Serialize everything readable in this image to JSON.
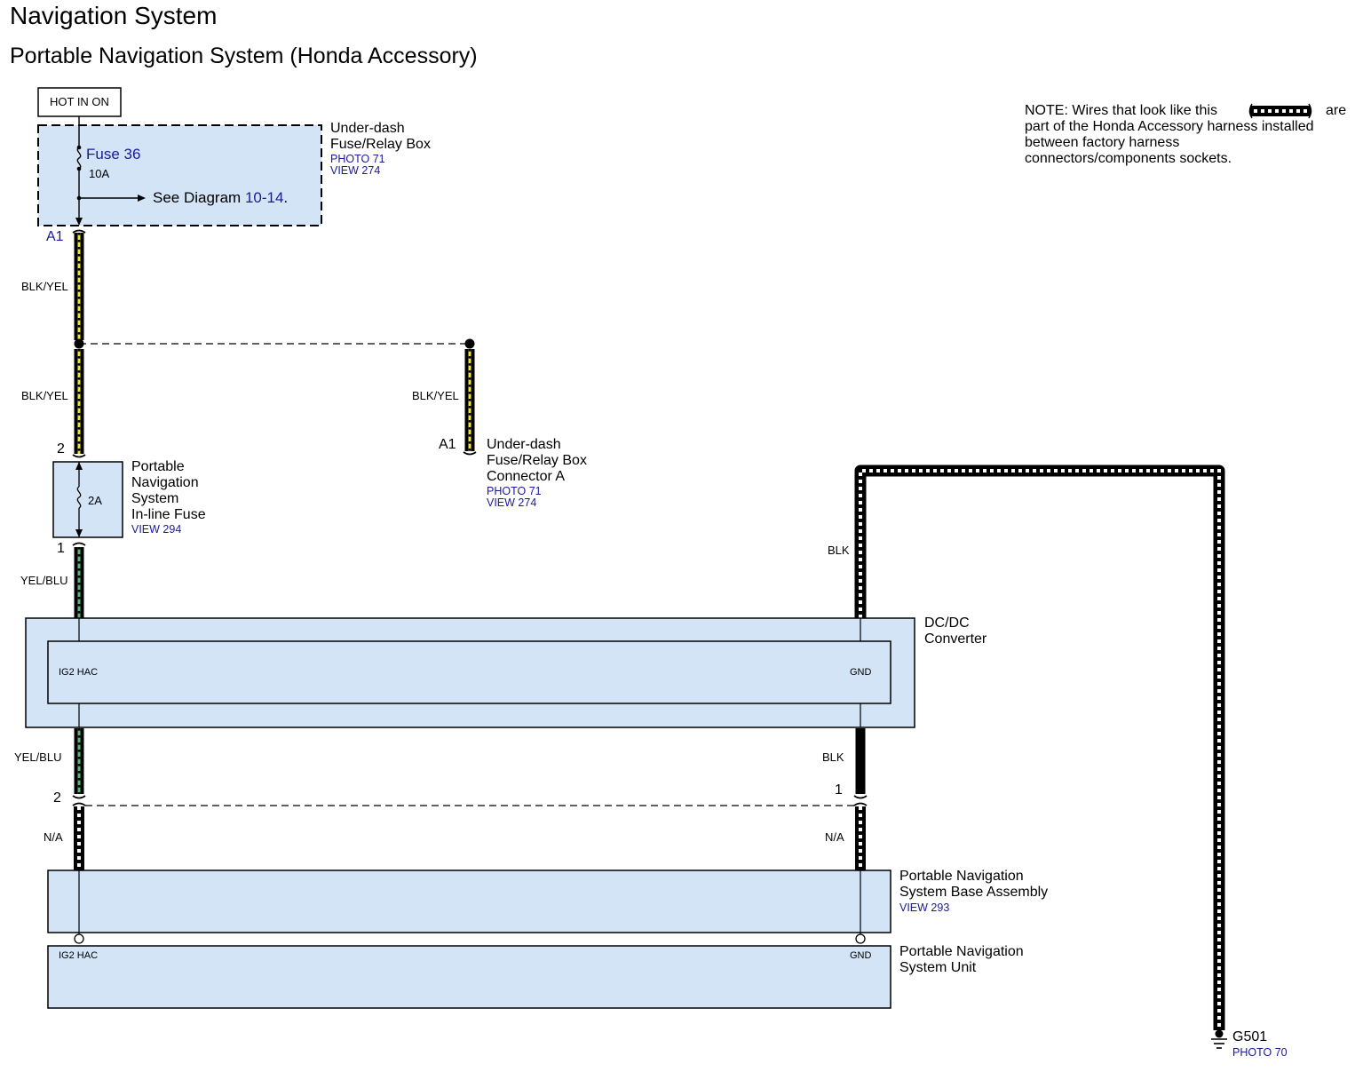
{
  "header": {
    "title": "Navigation System",
    "subtitle": "Portable Navigation System (Honda Accessory)"
  },
  "note": {
    "line1_pre": "NOTE: Wires that look like this",
    "line1_post": "are",
    "line2": "part of the Honda Accessory harness installed",
    "line3": "between factory harness",
    "line4": "connectors/components sockets."
  },
  "hot_in_on": "HOT IN ON",
  "fuse_box": {
    "name_line1": "Under-dash",
    "name_line2": "Fuse/Relay Box",
    "photo": "PHOTO 71",
    "view": "VIEW 274",
    "fuse_label": "Fuse 36",
    "fuse_rating": "10A",
    "see_pre": "See Diagram ",
    "see_ref": "10-14",
    "see_post": "."
  },
  "pins": {
    "a1_top": "A1",
    "a1_connector": "A1",
    "inline_in": "2",
    "inline_out": "1",
    "base_left": "2",
    "base_right": "1"
  },
  "wires": {
    "blk_yel_1": "BLK/YEL",
    "blk_yel_2": "BLK/YEL",
    "blk_yel_3": "BLK/YEL",
    "yel_blu_1": "YEL/BLU",
    "yel_blu_2": "YEL/BLU",
    "blk_1": "BLK",
    "blk_2": "BLK",
    "na_left": "N/A",
    "na_right": "N/A"
  },
  "connector_a": {
    "line1": "Under-dash",
    "line2": "Fuse/Relay Box",
    "line3": "Connector A",
    "photo": "PHOTO 71",
    "view": "VIEW 274"
  },
  "inline_fuse": {
    "line1": "Portable",
    "line2": "Navigation",
    "line3": "System",
    "line4": "In-line Fuse",
    "view": "VIEW 294",
    "rating": "2A"
  },
  "dcdc": {
    "line1": "DC/DC",
    "line2": "Converter",
    "term_left": "IG2 HAC",
    "term_right": "GND"
  },
  "base_assembly": {
    "line1": "Portable Navigation",
    "line2": "System Base Assembly",
    "view": "VIEW 293"
  },
  "nav_unit": {
    "line1": "Portable Navigation",
    "line2": "System Unit",
    "term_left": "IG2 HAC",
    "term_right": "GND"
  },
  "ground": {
    "name": "G501",
    "photo": "PHOTO 70"
  },
  "colors": {
    "component_fill": "#d2e4f6",
    "reference_text": "#1a1a9a",
    "wire_yellow": "#f2e33a",
    "wire_green": "#5cb57a"
  }
}
